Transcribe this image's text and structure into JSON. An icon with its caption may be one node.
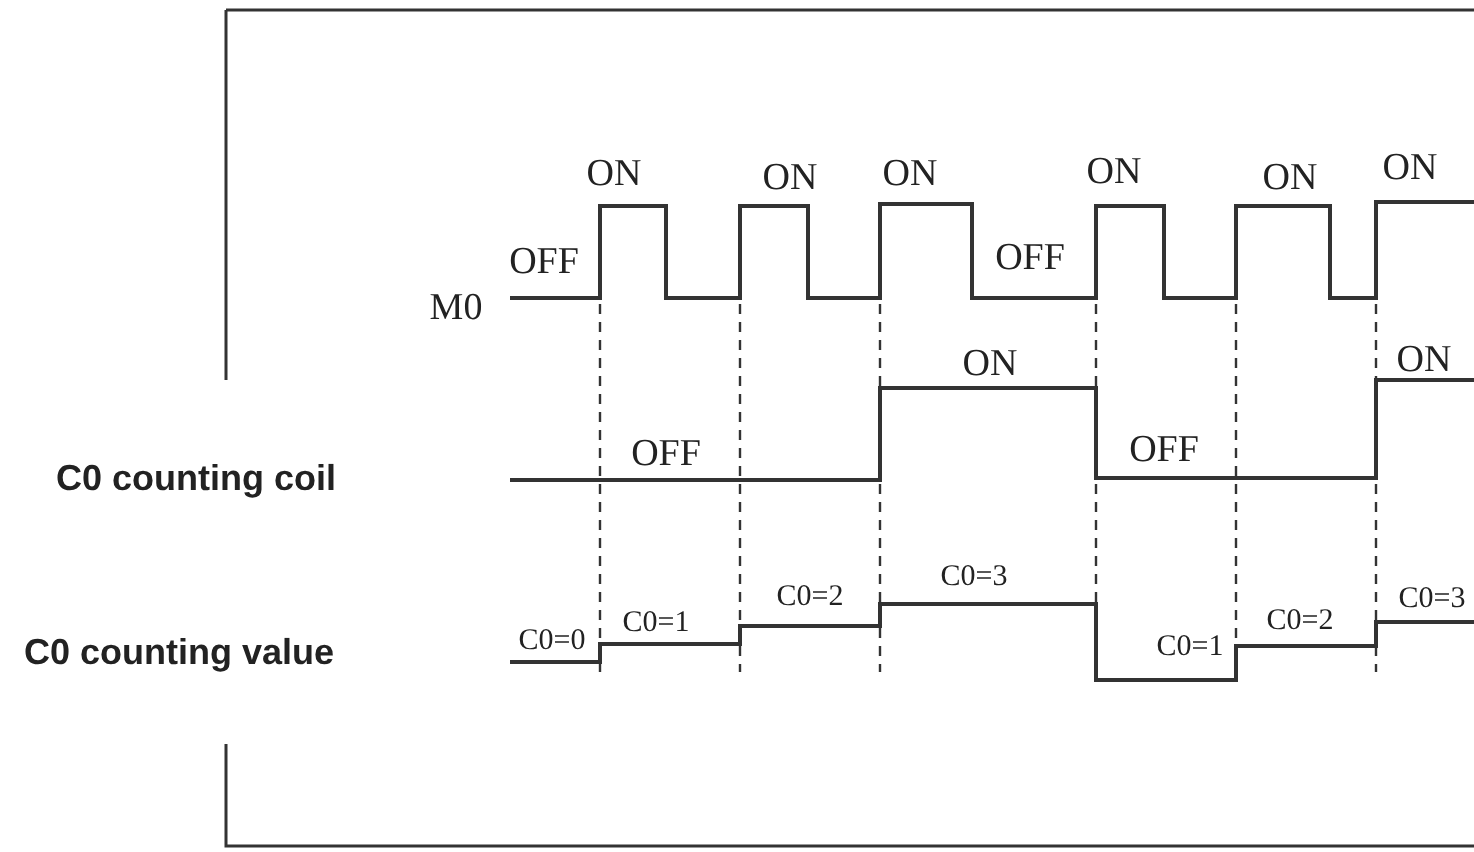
{
  "diagram": {
    "labels": [
      "ON",
      "ON",
      "ON",
      "ON",
      "ON",
      "ON",
      "OFF",
      "OFF",
      "M0",
      "ON",
      "ON",
      "OFF",
      "OFF",
      "C0 counting coil",
      "C0=3",
      "C0=2",
      "C0=1",
      "C0=2",
      "C0=3",
      "C0=0",
      "C0 counting value",
      "C0=1"
    ]
  }
}
